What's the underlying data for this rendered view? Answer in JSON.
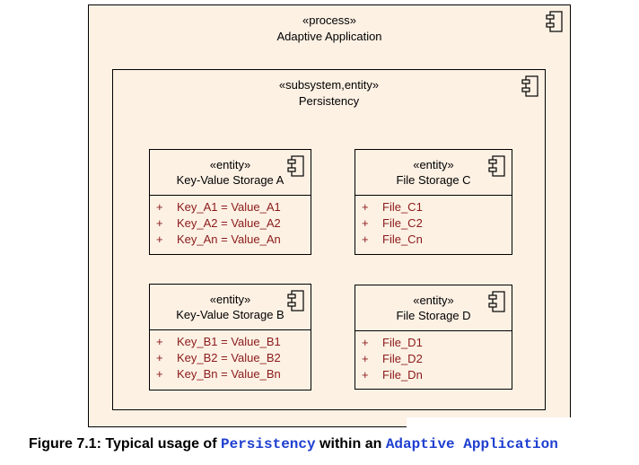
{
  "process": {
    "stereotype": "«process»",
    "name": "Adaptive Application",
    "icon": "component-icon"
  },
  "subsystem": {
    "stereotype": "«subsystem,entity»",
    "name": "Persistency",
    "icon": "component-icon"
  },
  "entities": [
    {
      "stereotype": "«entity»",
      "name": "Key-Value Storage A",
      "icon": "component-icon",
      "attributes": [
        {
          "visibility": "+",
          "text": "Key_A1 = Value_A1"
        },
        {
          "visibility": "+",
          "text": "Key_A2 = Value_A2"
        },
        {
          "visibility": "+",
          "text": "Key_An = Value_An"
        }
      ]
    },
    {
      "stereotype": "«entity»",
      "name": "File Storage C",
      "icon": "component-icon",
      "attributes": [
        {
          "visibility": "+",
          "text": "File_C1"
        },
        {
          "visibility": "+",
          "text": "File_C2"
        },
        {
          "visibility": "+",
          "text": "File_Cn"
        }
      ]
    },
    {
      "stereotype": "«entity»",
      "name": "Key-Value Storage B",
      "icon": "component-icon",
      "attributes": [
        {
          "visibility": "+",
          "text": "Key_B1 = Value_B1"
        },
        {
          "visibility": "+",
          "text": "Key_B2 = Value_B2"
        },
        {
          "visibility": "+",
          "text": "Key_Bn = Value_Bn"
        }
      ]
    },
    {
      "stereotype": "«entity»",
      "name": "File Storage D",
      "icon": "component-icon",
      "attributes": [
        {
          "visibility": "+",
          "text": "File_D1"
        },
        {
          "visibility": "+",
          "text": "File_D2"
        },
        {
          "visibility": "+",
          "text": "File_Dn"
        }
      ]
    }
  ],
  "caption": {
    "prefix": "Figure 7.1: Typical usage of ",
    "code1": "Persistency",
    "middle": " within an ",
    "code2": "Adaptive Application"
  },
  "colors": {
    "background": "#fdf1e4",
    "attribute_text": "#8b1a1a",
    "caption_code": "#1f3fd0"
  }
}
